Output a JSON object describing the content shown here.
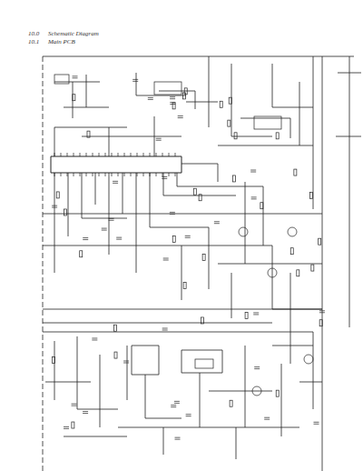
{
  "diagram": {
    "labels": [
      "10.0",
      "Schematic Diagram",
      "10.1",
      "Main PCB"
    ]
  }
}
